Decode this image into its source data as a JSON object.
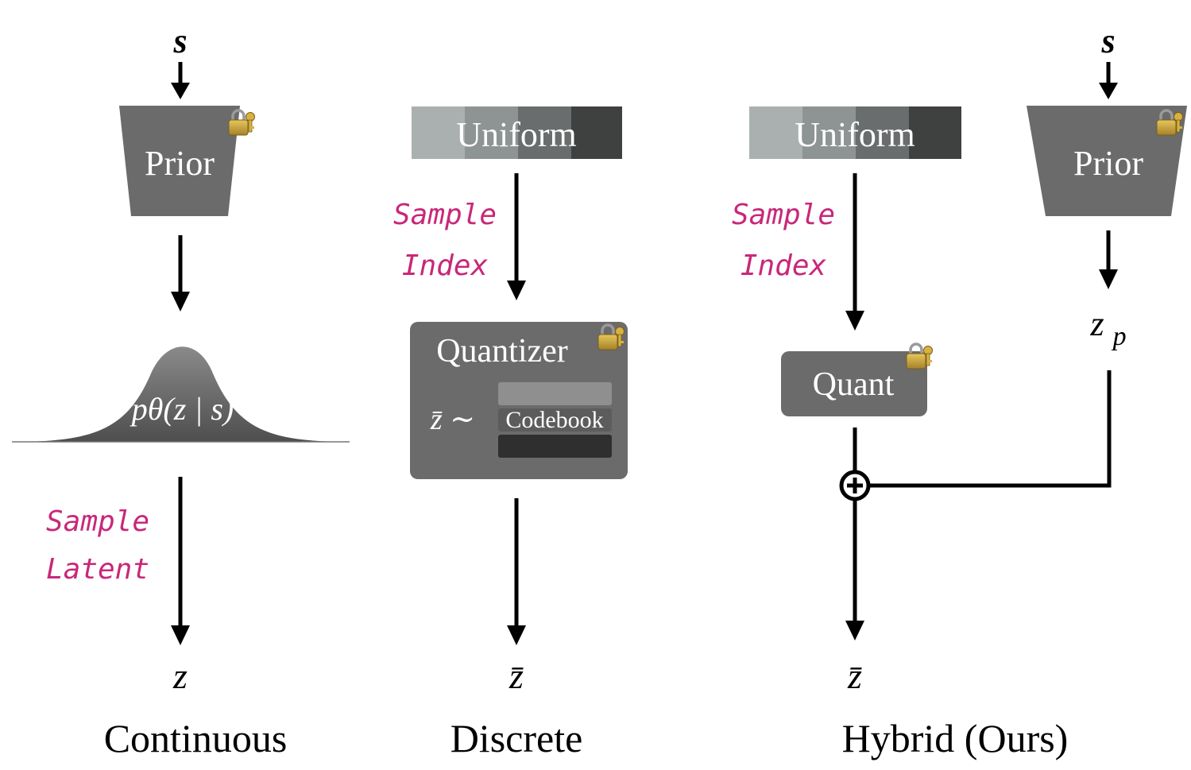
{
  "colors": {
    "arrow": "#000000",
    "box_fill": "#6b6b6b",
    "box_text": "#ffffff",
    "annotation": "#c8287a",
    "uniform_segments": [
      "#aab0b0",
      "#8e9393",
      "#6a6d6d",
      "#3f4141"
    ],
    "codebook_rows": [
      "#8f8f8f",
      "#5c5c5c",
      "#2f2f2f"
    ],
    "lock": "#c9a640"
  },
  "icons": [
    "lock-icon"
  ],
  "continuous": {
    "input": "s",
    "prior_label": "Prior",
    "distribution_label": "pθ(z | s)",
    "annotation": [
      "Sample",
      "Latent"
    ],
    "output": "z",
    "caption": "Continuous"
  },
  "discrete": {
    "uniform_label": "Uniform",
    "annotation": [
      "Sample",
      "Index"
    ],
    "quantizer_label": "Quantizer",
    "zbar_sample": "z̄ ∼",
    "codebook_label": "Codebook",
    "output": "z̄",
    "caption": "Discrete"
  },
  "hybrid": {
    "uniform_label": "Uniform",
    "annotation": [
      "Sample",
      "Index"
    ],
    "quant_label": "Quant",
    "input": "s",
    "prior_label": "Prior",
    "zp_label": "zp",
    "output": "z̄",
    "caption": "Hybrid (Ours)"
  }
}
